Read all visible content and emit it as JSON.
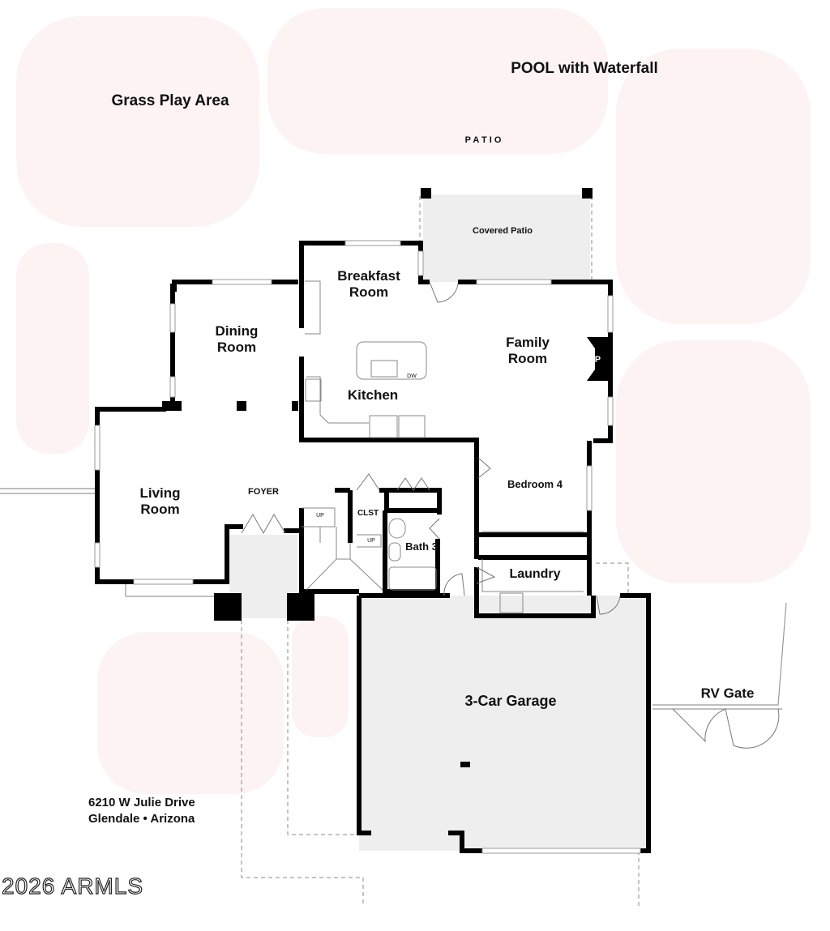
{
  "labels": {
    "pool": "POOL with Waterfall",
    "grass": "Grass Play Area",
    "patio": "P A T I O",
    "covered_patio": "Covered Patio",
    "breakfast": "Breakfast Room",
    "dining": "Dining Room",
    "family": "Family Room",
    "fireplace": "FP",
    "kitchen": "Kitchen",
    "living": "Living Room",
    "foyer": "FOYER",
    "closet": "CLST",
    "bedroom4": "Bedroom 4",
    "bath3": "Bath 3",
    "laundry": "Laundry",
    "garage": "3-Car Garage",
    "rv_gate": "RV Gate",
    "stair_up_1": "UP",
    "stair_up_2": "UP",
    "dw": "DW"
  },
  "address": {
    "street": "6210 W Julie Drive",
    "city": "Glendale • Arizona"
  },
  "watermark": "2026 ARMLS",
  "colors": {
    "wall": "#000000",
    "fill": "#eeeeee",
    "fixture": "#777777",
    "background_tint": "#fdf5f5"
  }
}
